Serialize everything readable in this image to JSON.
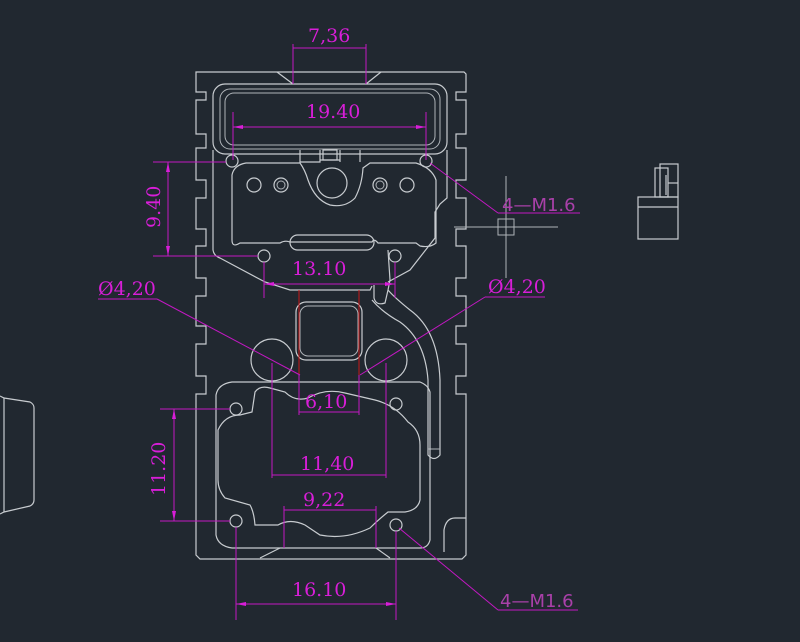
{
  "drawing": {
    "title": "servo mount plate dimension drawing",
    "background_color": "#212830",
    "line_color": "#c8ccd0",
    "dimension_color": "#d81ed8",
    "centerline_color": "#c81818"
  },
  "dimensions": {
    "top_slot_width": "7,36",
    "top_window_width": "19.40",
    "upper_hole_vertical": "9.40",
    "upper_hole_spacing": "13.10",
    "left_circle_diameter": "Ø4,20",
    "right_circle_diameter": "Ø4,20",
    "square_width": "6,10",
    "circle_spacing": "11,40",
    "lower_hole_vertical": "11.20",
    "bottom_slot_width": "9,22",
    "lower_hole_spacing": "16.10"
  },
  "notes": {
    "upper_thread_note": "4—M1.6",
    "lower_thread_note": "4—M1.6"
  }
}
